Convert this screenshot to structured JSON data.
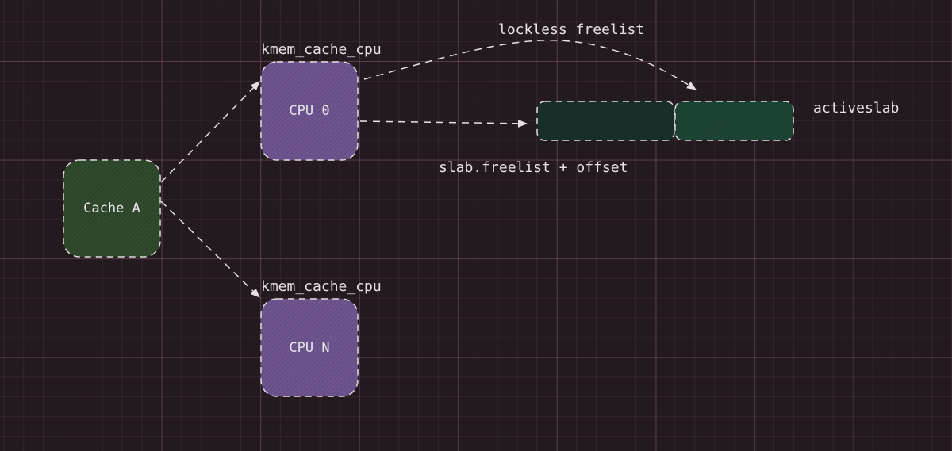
{
  "nodes": {
    "cache_a": "Cache A",
    "cpu_0": "CPU 0",
    "cpu_n": "CPU N"
  },
  "labels": {
    "kmem_cache_cpu_top": "kmem_cache_cpu",
    "kmem_cache_cpu_bottom": "kmem_cache_cpu",
    "lockless_freelist": "lockless freelist",
    "slab_freelist_offset": "slab.freelist + offset",
    "activeslab": "activeslab"
  },
  "colors": {
    "background": "#231a1f",
    "cache_node_fill": "#2f4a2c",
    "cpu_node_fill": "#6f5590",
    "slab_left_fill": "#19302a",
    "slab_right_fill": "#1c4535",
    "stroke": "#e6e0e4"
  }
}
